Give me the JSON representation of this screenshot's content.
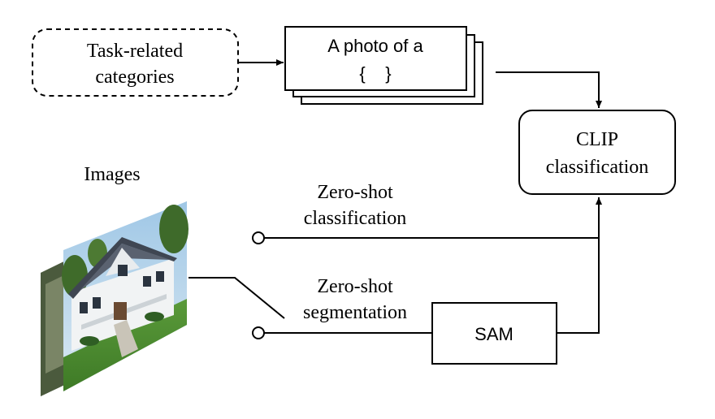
{
  "task_box": {
    "line1": "Task-related",
    "line2": "categories"
  },
  "prompt_box": {
    "line1": "A photo of a",
    "line2": "{    }"
  },
  "clip_box": {
    "line1": "CLIP",
    "line2": "classification"
  },
  "images_label": "Images",
  "zero_shot_classification": {
    "line1": "Zero-shot",
    "line2": "classification"
  },
  "zero_shot_segmentation": {
    "line1": "Zero-shot",
    "line2": "segmentation"
  },
  "sam_box": {
    "label": "SAM"
  },
  "image_description": "house-photo-stack"
}
